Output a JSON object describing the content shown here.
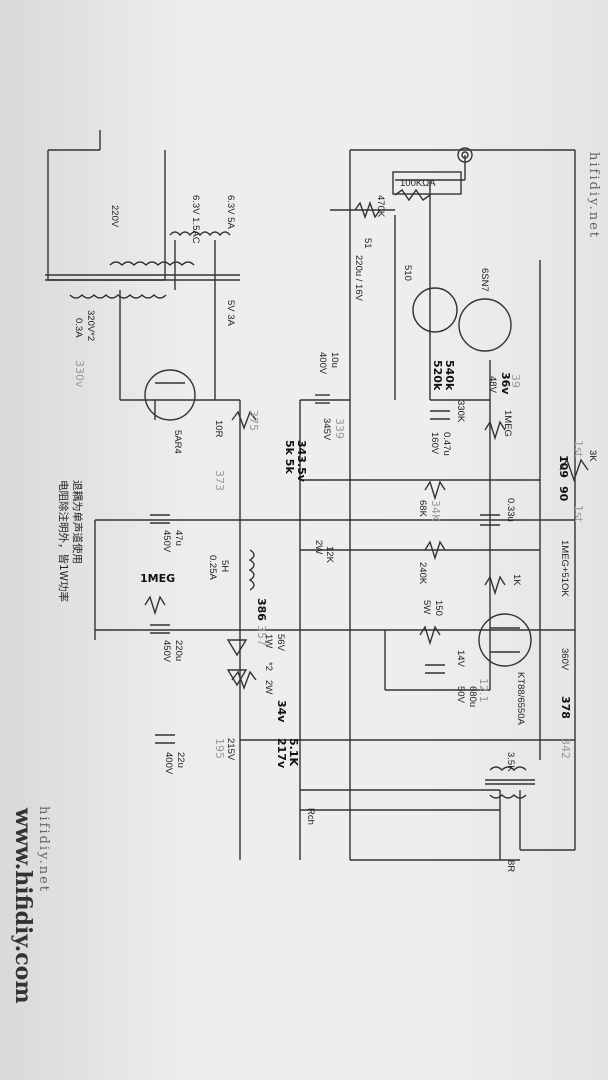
{
  "watermark": {
    "top": "hifidiy.net",
    "bottom": "hifidiy.net",
    "brand": "www.hifidiy.com"
  },
  "notes": {
    "line1": "退耦为单声道使用",
    "line2": "电阻除注明外，皆1W功率"
  },
  "outputs": {
    "rch": "Rch",
    "spk": "8R"
  },
  "tubes": {
    "driver": "6SN7",
    "power": "KT88/6550A",
    "rectifier": "5AR4"
  },
  "power_transformer": {
    "mains": "220V",
    "filament1": "6.3V 5A",
    "filament2": "6.3V 1.5AC",
    "rect_fil": "5V 3A",
    "hv": "320V*2",
    "hv_current": "0.3A",
    "hv_handwritten": "330v"
  },
  "parts": {
    "pot": "100KΩA",
    "r470k": "470K",
    "r51": "51",
    "c220u": "220u / 16V",
    "r510": "510",
    "r330k": "330K",
    "r3k": "3K",
    "r1meg_a": "1MEG",
    "c047": "0.47u",
    "c047v": "160V",
    "c033": "0.33u",
    "r68k": "68K",
    "r1meg51k": "1MEG+51OK",
    "r1k": "1K",
    "r240k": "240K",
    "r12k": "12K",
    "r12kw": "2W",
    "r150": "150",
    "r150w": "5W",
    "c680": "680u",
    "c680v": "50V",
    "c10u": "10u",
    "c10uv": "400V",
    "r10": "10R",
    "c47": "47u",
    "c47v": "450V",
    "choke": "5H",
    "choke_i": "0.25A",
    "c220a": "220u",
    "c220av": "450V",
    "r56": "56V",
    "r56w": "1W",
    "r56n": "*2",
    "r2w": "2W",
    "c22": "22u",
    "c22v": "400V",
    "ot": "3.5K"
  },
  "voltages": {
    "v36": "36V",
    "v48": "48V",
    "v345": "345V",
    "v360": "360V",
    "v14": "14V",
    "v215": "215V"
  },
  "handwritten": {
    "h36": "36v",
    "h540k": "540k",
    "h520k": "520k",
    "h109": "109",
    "h90": "90",
    "h1st_a": "1st",
    "h1st_b": "1st",
    "h34k": "34K",
    "h3435": "343.5v",
    "h5k": "5k 5k",
    "h378": "378",
    "h342": "342",
    "h386": "386",
    "h357": "357",
    "h375": "375",
    "h373": "373",
    "h339": "339",
    "h39": "39",
    "h1meg": "1MEG",
    "h51k": "5.1K",
    "h217": "217v",
    "h195": "195",
    "h34v": "34v",
    "h12": "12.1"
  }
}
